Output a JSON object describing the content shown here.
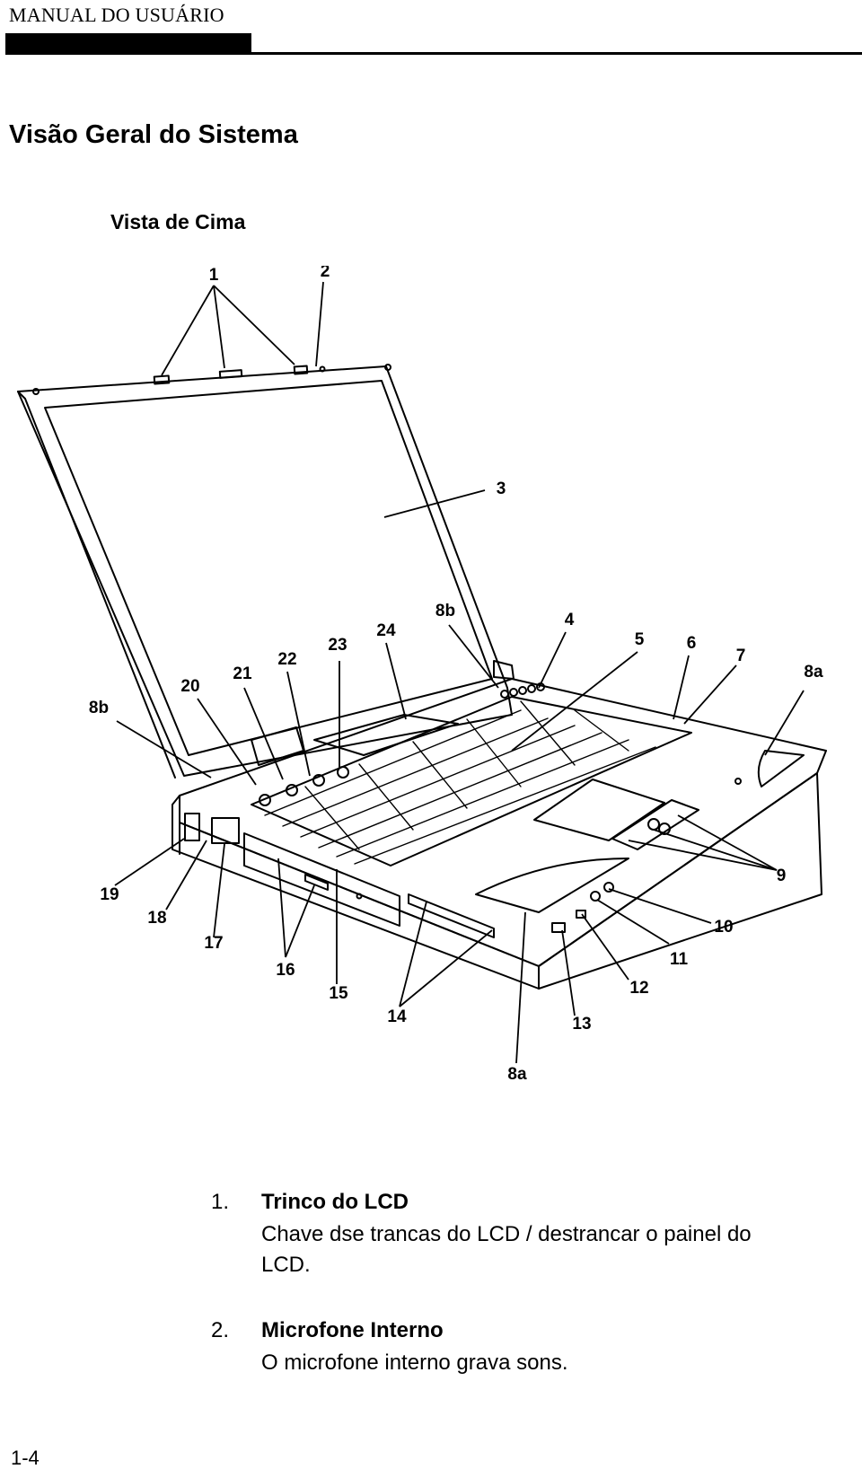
{
  "header": {
    "running_title": "MANUAL DO USUÁRIO"
  },
  "section": {
    "title": "Visão Geral do Sistema",
    "subtitle": "Vista de Cima"
  },
  "figure": {
    "callouts": [
      "1",
      "2",
      "3",
      "4",
      "5",
      "6",
      "7",
      "8a",
      "8a",
      "8b",
      "8b",
      "9",
      "10",
      "11",
      "12",
      "13",
      "14",
      "15",
      "16",
      "17",
      "18",
      "19",
      "20",
      "21",
      "22",
      "23",
      "24"
    ]
  },
  "items": [
    {
      "number": "1.",
      "heading": "Trinco do LCD",
      "description": "Chave dse trancas do LCD / destrancar o painel do LCD."
    },
    {
      "number": "2.",
      "heading": "Microfone Interno",
      "description": "O microfone interno grava sons."
    }
  ],
  "footer": {
    "page_number": "1-4"
  }
}
